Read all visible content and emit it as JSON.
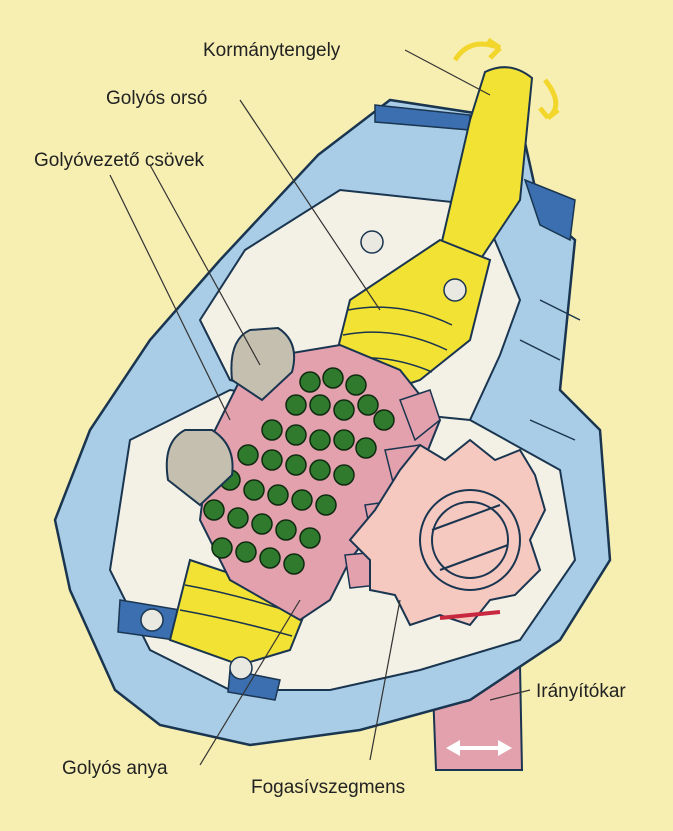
{
  "labels": {
    "steering_shaft": "Kormánytengely",
    "ball_screw": "Golyós orsó",
    "ball_guide_tubes": "Golyóvezető csövek",
    "steering_arm": "Irányítókar",
    "ball_nut": "Golyós anya",
    "gear_segment": "Fogasívszegmens"
  },
  "colors": {
    "background": "#f7efb2",
    "housing_fill": "#a9cde6",
    "housing_outline": "#1a3550",
    "cavity": "#f3f1e6",
    "screw_yellow": "#f2e233",
    "nut_pink": "#e2a1ad",
    "ball_green": "#2f7a2d",
    "tube_gray": "#c4bfae",
    "arrow_yellow": "#f3d62b",
    "mark_red": "#c8283f"
  }
}
